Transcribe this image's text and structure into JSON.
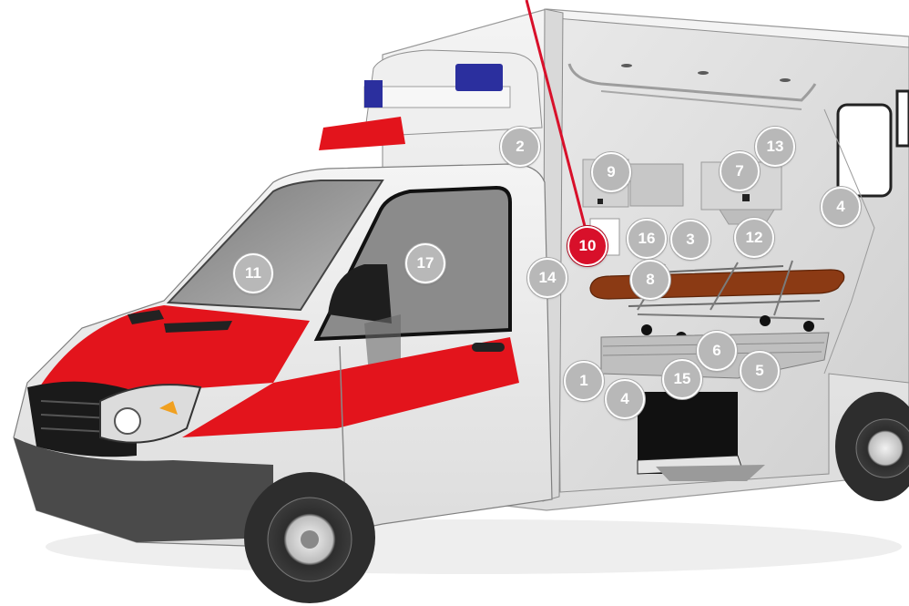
{
  "colors": {
    "marker_fill": "#b8b8b8",
    "marker_active_fill": "#d8102a",
    "accent_red": "#e3141c",
    "beacon_blue": "#2b2f9e",
    "stretcher_brown": "#8b3a14"
  },
  "hotspots": [
    {
      "id": "m2",
      "label": "2"
    },
    {
      "id": "m13",
      "label": "13"
    },
    {
      "id": "m9",
      "label": "9"
    },
    {
      "id": "m7",
      "label": "7"
    },
    {
      "id": "m4a",
      "label": "4"
    },
    {
      "id": "m10",
      "label": "10",
      "active": true
    },
    {
      "id": "m16",
      "label": "16"
    },
    {
      "id": "m3",
      "label": "3"
    },
    {
      "id": "m12",
      "label": "12"
    },
    {
      "id": "m11",
      "label": "11"
    },
    {
      "id": "m17",
      "label": "17"
    },
    {
      "id": "m14",
      "label": "14"
    },
    {
      "id": "m8",
      "label": "8"
    },
    {
      "id": "m6",
      "label": "6"
    },
    {
      "id": "m1",
      "label": "1"
    },
    {
      "id": "m15",
      "label": "15"
    },
    {
      "id": "m5",
      "label": "5"
    },
    {
      "id": "m4b",
      "label": "4"
    }
  ]
}
